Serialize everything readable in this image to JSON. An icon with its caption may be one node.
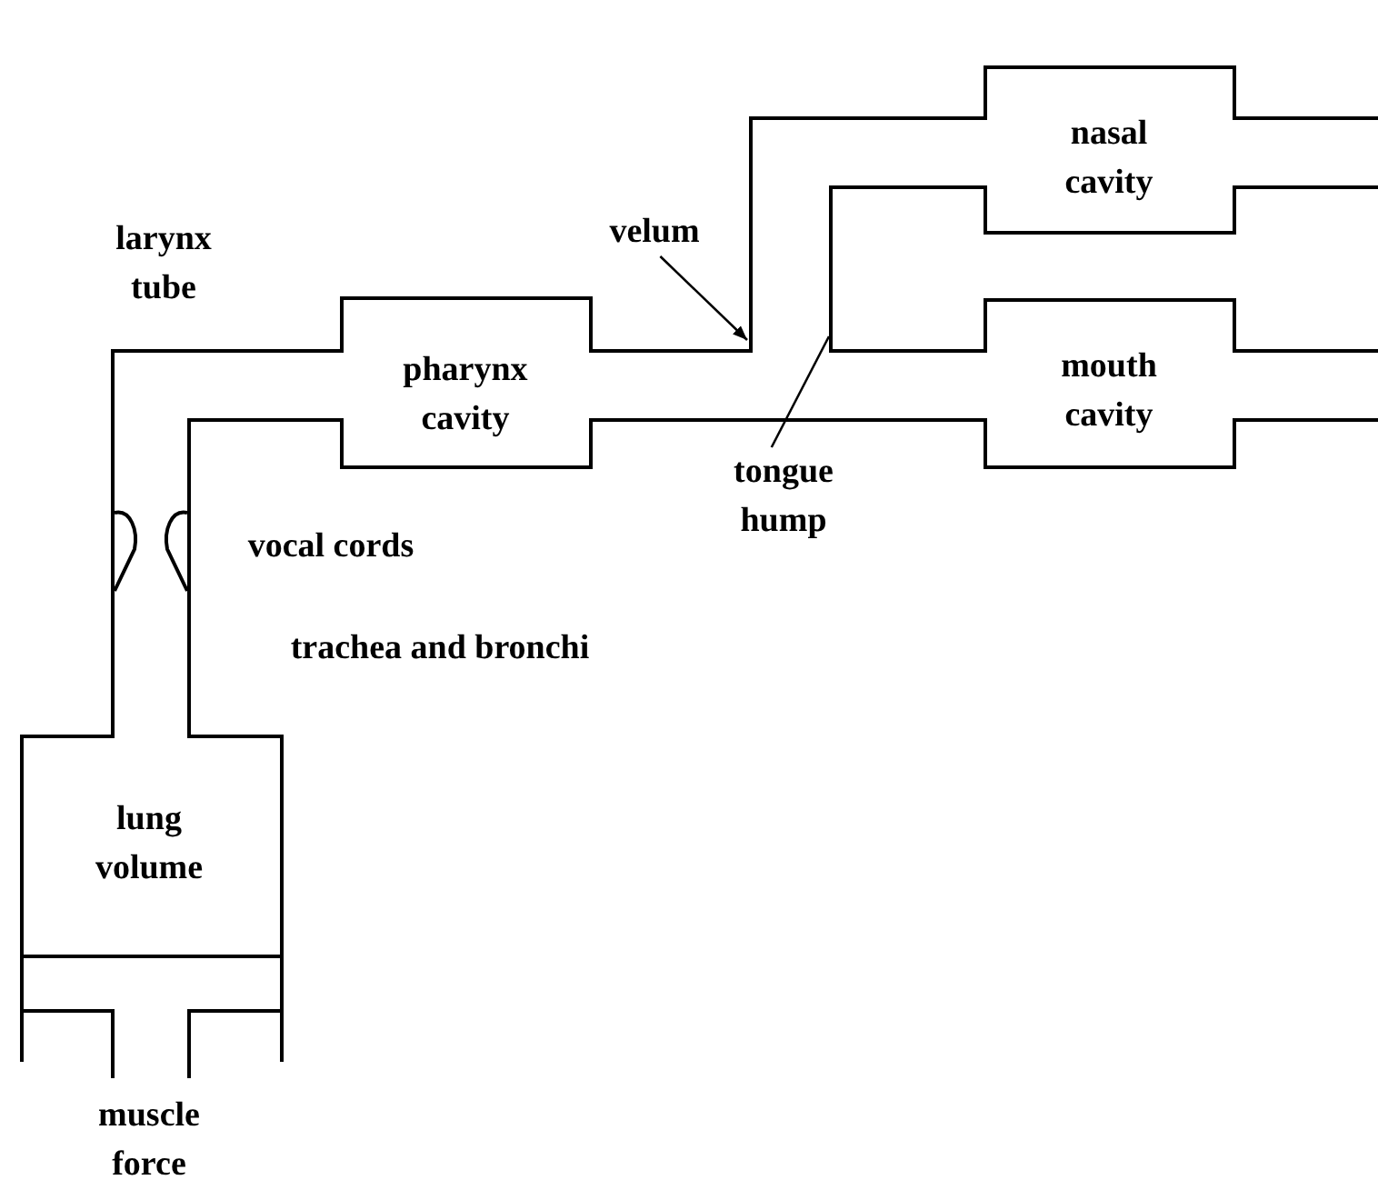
{
  "diagram": {
    "nodes": [
      {
        "text": [
          "velum"
        ]
      },
      {
        "text": [
          "tongue hump"
        ]
      }
    ],
    "edges": [
      {
        "from": 0,
        "to": null,
        "arrow": "to"
      },
      {
        "from": 1,
        "to": null,
        "arrow": "none"
      }
    ],
    "labels": [
      "larynx tube",
      "pharynx cavity",
      "nasal cavity",
      "mouth cavity",
      "vocal cords",
      "trachea and bronchi",
      "lung volume",
      "muscle force"
    ]
  }
}
